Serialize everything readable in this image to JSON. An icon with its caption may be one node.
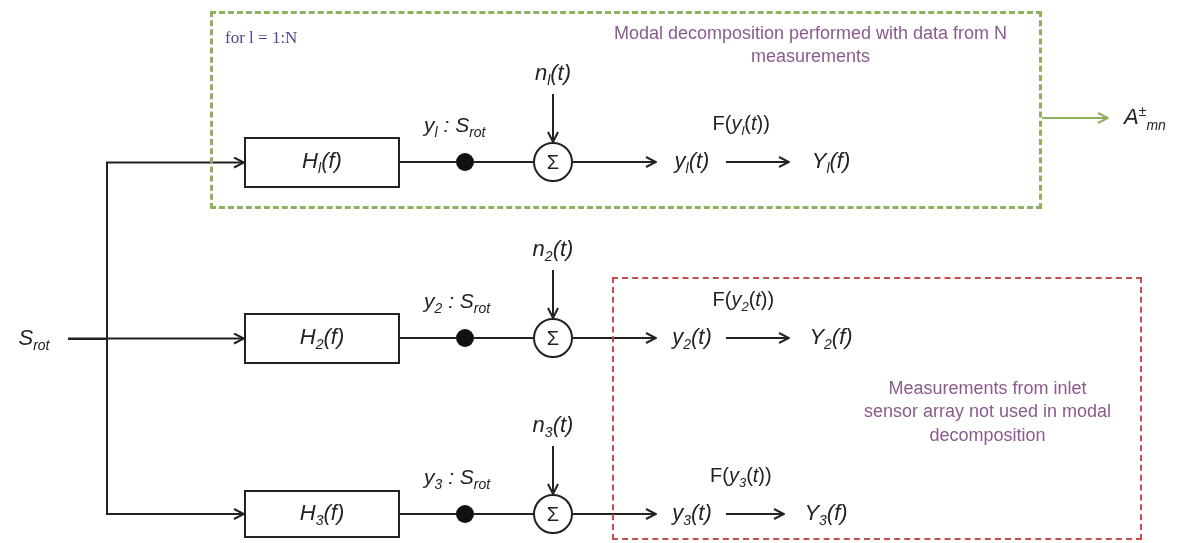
{
  "diagram": {
    "nodes": [
      {
        "text": [
          "for l = 1:N",
          "Modal decomposition performed with data from N measurements"
        ]
      },
      {
        "text": [
          "S$_{rot}$"
        ]
      },
      {
        "text": [
          "H$_{l}$(f)"
        ],
        "in": 0
      },
      {
        "text": [],
        "shape": "circle",
        "in": 0,
        "beside": [
          "y$_{l}$ : S$_{rot}$"
        ]
      },
      {
        "text": [
          "Σ"
        ],
        "in": 0
      },
      {
        "text": [
          "n$_{l}$(t)"
        ],
        "in": 0
      },
      {
        "text": [
          "y$_{l}$(t)"
        ],
        "in": 0
      },
      {
        "text": [
          "Y$_{l}$(f)"
        ],
        "in": 0
      },
      {
        "text": [
          "A$^{±}$$_{mn}$"
        ]
      },
      {
        "text": [
          "Measurements from inlet sensor array not used in modal decomposition"
        ]
      },
      {
        "text": [
          "n$_{2}$(t)"
        ]
      },
      {
        "text": [
          "H$_{2}$(f)"
        ]
      },
      {
        "text": [],
        "shape": "circle",
        "beside": [
          "y$_{2}$ : S$_{rot}$"
        ]
      },
      {
        "text": [
          "Σ"
        ]
      },
      {
        "text": [
          "y$_{2}$(t)"
        ],
        "in": 9
      },
      {
        "text": [
          "Y$_{2}$(f)"
        ],
        "in": 9
      },
      {
        "text": [
          "n$_{3}$(t)"
        ]
      },
      {
        "text": [
          "H$_{3}$(f)"
        ]
      },
      {
        "text": [],
        "shape": "circle",
        "beside": [
          "y$_{3}$ : S$_{rot}$"
        ]
      },
      {
        "text": [
          "Σ"
        ]
      },
      {
        "text": [
          "y$_{3}$(t)"
        ],
        "in": 9
      },
      {
        "text": [
          "Y$_{3}$(f)"
        ],
        "in": 9
      }
    ],
    "edges": [
      {
        "from": 1,
        "to": 2,
        "arrow": "to"
      },
      {
        "from": 1,
        "to": 11,
        "arrow": "to"
      },
      {
        "from": 1,
        "to": 17,
        "arrow": "to"
      },
      {
        "from": 2,
        "to": 3,
        "arrow": "none"
      },
      {
        "from": 3,
        "to": 4,
        "arrow": "none"
      },
      {
        "from": 5,
        "to": 4,
        "arrow": "to"
      },
      {
        "from": 4,
        "to": 6,
        "arrow": "to"
      },
      {
        "from": 6,
        "to": 7,
        "arrow": "to",
        "label": "F(*y*$_{l}$(*t*))"
      },
      {
        "from": 0,
        "to": 8,
        "arrow": "to",
        "color": "#8fb05f"
      },
      {
        "from": 11,
        "to": 12,
        "arrow": "none"
      },
      {
        "from": 12,
        "to": 13,
        "arrow": "none"
      },
      {
        "from": 10,
        "to": 13,
        "arrow": "to"
      },
      {
        "from": 13,
        "to": 14,
        "arrow": "to"
      },
      {
        "from": 14,
        "to": 15,
        "arrow": "to",
        "label": "F(*y*$_{2}$(*t*))"
      },
      {
        "from": 17,
        "to": 18,
        "arrow": "none"
      },
      {
        "from": 18,
        "to": 19,
        "arrow": "none"
      },
      {
        "from": 16,
        "to": 19,
        "arrow": "to"
      },
      {
        "from": 19,
        "to": 20,
        "arrow": "to"
      },
      {
        "from": 20,
        "to": 21,
        "arrow": "to",
        "label": "F(*y*$_{3}$(*t*))"
      }
    ]
  }
}
